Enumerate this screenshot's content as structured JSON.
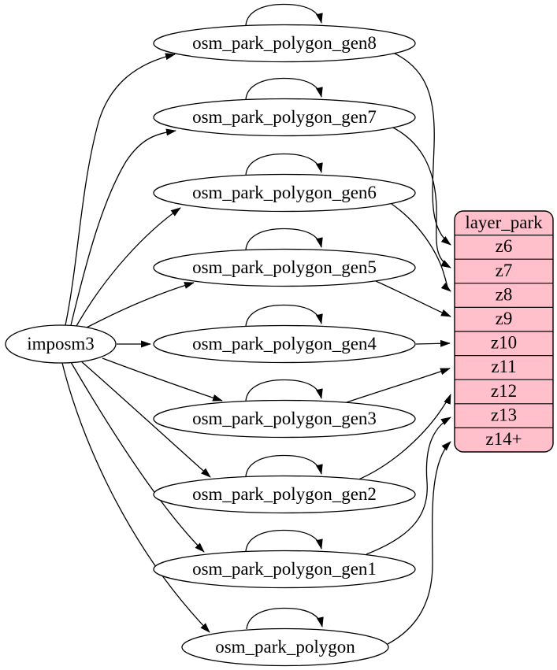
{
  "diagram": {
    "source": {
      "label": "imposm3"
    },
    "nodes": [
      {
        "label": "osm_park_polygon_gen8",
        "has_self_loop": true,
        "from": "imposm3",
        "target_row": "z6"
      },
      {
        "label": "osm_park_polygon_gen7",
        "has_self_loop": true,
        "from": "imposm3",
        "target_row": "z7"
      },
      {
        "label": "osm_park_polygon_gen6",
        "has_self_loop": true,
        "from": "imposm3",
        "target_row": "z8"
      },
      {
        "label": "osm_park_polygon_gen5",
        "has_self_loop": true,
        "from": "imposm3",
        "target_row": "z9"
      },
      {
        "label": "osm_park_polygon_gen4",
        "has_self_loop": true,
        "from": "imposm3",
        "target_row": "z10"
      },
      {
        "label": "osm_park_polygon_gen3",
        "has_self_loop": true,
        "from": "imposm3",
        "target_row": "z11"
      },
      {
        "label": "osm_park_polygon_gen2",
        "has_self_loop": true,
        "from": "imposm3",
        "target_row": "z12"
      },
      {
        "label": "osm_park_polygon_gen1",
        "has_self_loop": true,
        "from": "imposm3",
        "target_row": "z13"
      },
      {
        "label": "osm_park_polygon",
        "has_self_loop": true,
        "from": "imposm3",
        "target_row": "z14+"
      }
    ],
    "layer_table": {
      "title": "layer_park",
      "rows": [
        "z6",
        "z7",
        "z8",
        "z9",
        "z10",
        "z11",
        "z12",
        "z13",
        "z14+"
      ]
    },
    "colors": {
      "table_fill": "#ffc0cb",
      "node_fill": "#ffffff",
      "stroke": "#000000",
      "background": "#ffffff"
    }
  }
}
